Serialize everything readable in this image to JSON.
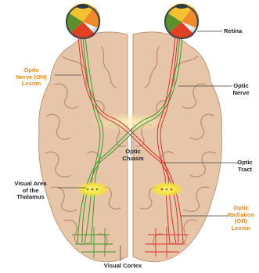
{
  "labels": {
    "retina": "Retina",
    "optic_nerve_lesion": "Optic\nNerve (ON)\nLesion",
    "optic_nerve": "Optic\nNerve",
    "optic_chiasm": "Optic\nChiasm",
    "optic_tract": "Optic\nTract",
    "visual_area_thalamus": "Visual Area\nof the\nThalamus",
    "optic_radiation_lesion": "Optic\nRadiation\n(OR)\nLesion",
    "visual_cortex": "Visual Cortex"
  },
  "colors": {
    "brain": "#e7c5a8",
    "brain_fold": "#b88968",
    "left_pathway": "#3f9a2d",
    "right_pathway": "#d9342a",
    "lesion_text": "#f08a1c",
    "thalamus_glow": "#f4e13c",
    "chiasm_glow": "#f6eaa0"
  },
  "icons": [
    "left-eye-icon",
    "right-eye-icon"
  ]
}
